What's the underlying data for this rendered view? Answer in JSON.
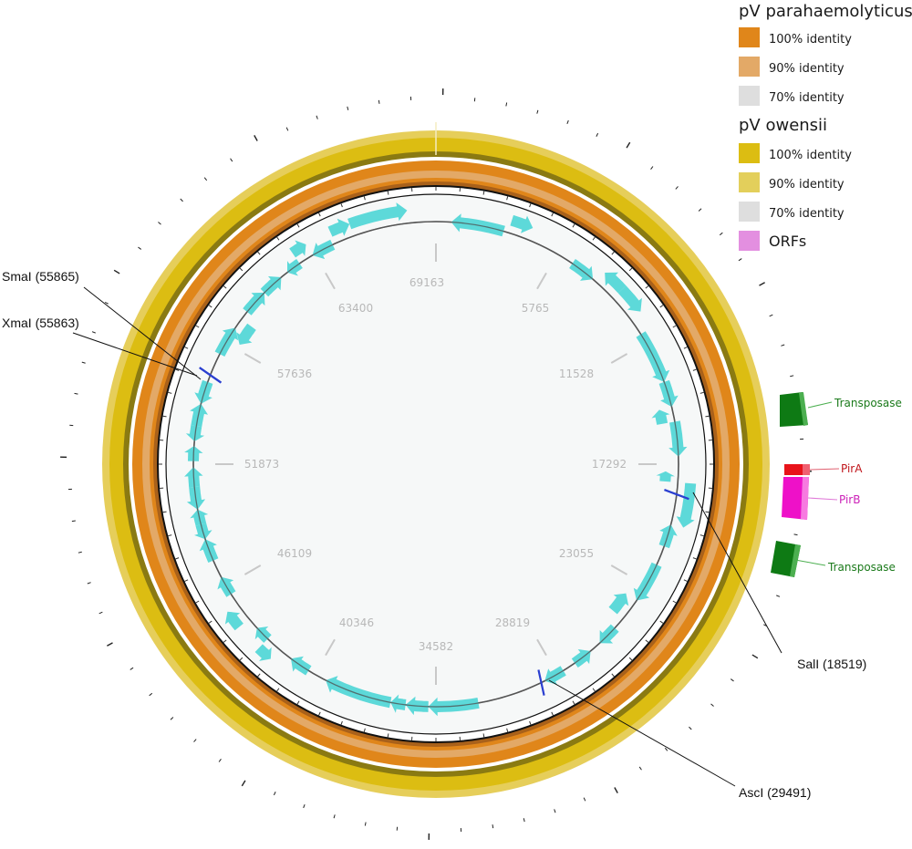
{
  "legend": {
    "groups": [
      {
        "title": "pV parahaemolyticus",
        "items": [
          {
            "label": "100% identity",
            "color": "#e0861a"
          },
          {
            "label": "90% identity",
            "color": "#e3a967"
          },
          {
            "label": "70% identity",
            "color": "#dedede"
          }
        ]
      },
      {
        "title": "pV owensii",
        "items": [
          {
            "label": "100% identity",
            "color": "#dcbd12"
          },
          {
            "label": "90% identity",
            "color": "#e3cf5b"
          },
          {
            "label": "70% identity",
            "color": "#dedede"
          }
        ]
      }
    ],
    "orfs": {
      "label": "ORFs",
      "color": "#e38fe0"
    }
  },
  "backbone": {
    "length": 69163,
    "tick_labels": [
      "69163",
      "5765",
      "11528",
      "17292",
      "23055",
      "28819",
      "34582",
      "40346",
      "46109",
      "51873",
      "57636",
      "63400"
    ]
  },
  "orfs": [
    {
      "start": 0.01,
      "end": 0.045,
      "dir": -1,
      "row": 0
    },
    {
      "start": 0.048,
      "end": 0.062,
      "dir": 1,
      "row": 1
    },
    {
      "start": 0.095,
      "end": 0.112,
      "dir": 1,
      "row": 0
    },
    {
      "start": 0.115,
      "end": 0.13,
      "dir": -1,
      "row": 1
    },
    {
      "start": 0.13,
      "end": 0.148,
      "dir": 1,
      "row": 1
    },
    {
      "start": 0.16,
      "end": 0.195,
      "dir": 1,
      "row": 0
    },
    {
      "start": 0.195,
      "end": 0.212,
      "dir": 1,
      "row": 0
    },
    {
      "start": 0.212,
      "end": 0.222,
      "dir": -1,
      "row": 2
    },
    {
      "start": 0.222,
      "end": 0.245,
      "dir": 1,
      "row": 0
    },
    {
      "start": 0.255,
      "end": 0.262,
      "dir": -1,
      "row": 2
    },
    {
      "start": 0.262,
      "end": 0.29,
      "dir": 1,
      "row": 1
    },
    {
      "start": 0.29,
      "end": 0.305,
      "dir": -1,
      "row": 0
    },
    {
      "start": 0.318,
      "end": 0.345,
      "dir": 1,
      "row": 0
    },
    {
      "start": 0.345,
      "end": 0.36,
      "dir": -1,
      "row": 2
    },
    {
      "start": 0.368,
      "end": 0.382,
      "dir": 1,
      "row": 0
    },
    {
      "start": 0.39,
      "end": 0.403,
      "dir": -1,
      "row": 0
    },
    {
      "start": 0.412,
      "end": 0.426,
      "dir": 1,
      "row": 0
    },
    {
      "start": 0.472,
      "end": 0.505,
      "dir": 1,
      "row": 0
    },
    {
      "start": 0.505,
      "end": 0.52,
      "dir": 1,
      "row": 0
    },
    {
      "start": 0.52,
      "end": 0.53,
      "dir": 1,
      "row": 0
    },
    {
      "start": 0.53,
      "end": 0.575,
      "dir": 1,
      "row": 0
    },
    {
      "start": 0.588,
      "end": 0.602,
      "dir": 1,
      "row": 0
    },
    {
      "start": 0.612,
      "end": 0.622,
      "dir": -1,
      "row": 1
    },
    {
      "start": 0.622,
      "end": 0.632,
      "dir": 1,
      "row": 0
    },
    {
      "start": 0.64,
      "end": 0.652,
      "dir": 1,
      "row": 1
    },
    {
      "start": 0.66,
      "end": 0.673,
      "dir": 1,
      "row": 0
    },
    {
      "start": 0.685,
      "end": 0.7,
      "dir": 1,
      "row": 0
    },
    {
      "start": 0.7,
      "end": 0.71,
      "dir": -1,
      "row": 0
    },
    {
      "start": 0.71,
      "end": 0.72,
      "dir": 1,
      "row": 0
    },
    {
      "start": 0.72,
      "end": 0.735,
      "dir": -1,
      "row": 0
    },
    {
      "start": 0.735,
      "end": 0.748,
      "dir": 1,
      "row": 0
    },
    {
      "start": 0.752,
      "end": 0.762,
      "dir": 1,
      "row": 0
    },
    {
      "start": 0.765,
      "end": 0.775,
      "dir": -1,
      "row": 0
    },
    {
      "start": 0.775,
      "end": 0.79,
      "dir": 1,
      "row": 0
    },
    {
      "start": 0.79,
      "end": 0.805,
      "dir": -1,
      "row": 0
    },
    {
      "start": 0.825,
      "end": 0.845,
      "dir": 1,
      "row": 0
    },
    {
      "start": 0.837,
      "end": 0.852,
      "dir": -1,
      "row": 2
    },
    {
      "start": 0.858,
      "end": 0.875,
      "dir": 1,
      "row": 0
    },
    {
      "start": 0.875,
      "end": 0.89,
      "dir": 1,
      "row": 0
    },
    {
      "start": 0.895,
      "end": 0.905,
      "dir": -1,
      "row": 0
    },
    {
      "start": 0.905,
      "end": 0.915,
      "dir": 1,
      "row": 1
    },
    {
      "start": 0.915,
      "end": 0.93,
      "dir": -1,
      "row": 0
    },
    {
      "start": 0.932,
      "end": 0.945,
      "dir": 1,
      "row": 1
    },
    {
      "start": 0.945,
      "end": 0.982,
      "dir": 1,
      "row": 1
    }
  ],
  "restriction_sites": [
    {
      "name": "SmaI (55865)",
      "position": 55865
    },
    {
      "name": "XmaI (55863)",
      "position": 55863
    },
    {
      "name": "SalI (18519)",
      "position": 18519
    },
    {
      "name": "AscI (29491)",
      "position": 29491
    }
  ],
  "outer_genes": [
    {
      "name": "Transposase",
      "color": "#0e7a14",
      "text_color": "#1b7a1b"
    },
    {
      "name": "PirA",
      "color": "#e8131a",
      "text_color": "#c0141a"
    },
    {
      "name": "PirB",
      "color": "#ee11c8",
      "text_color": "#cc22b8"
    },
    {
      "name": "Transposase",
      "color": "#0e7a14",
      "text_color": "#1b7a1b"
    }
  ],
  "colors": {
    "orf": "#4fd6d6",
    "backbone": "#555555",
    "site": "#2a3fd0",
    "inner_fill": "#f6f8f8"
  }
}
